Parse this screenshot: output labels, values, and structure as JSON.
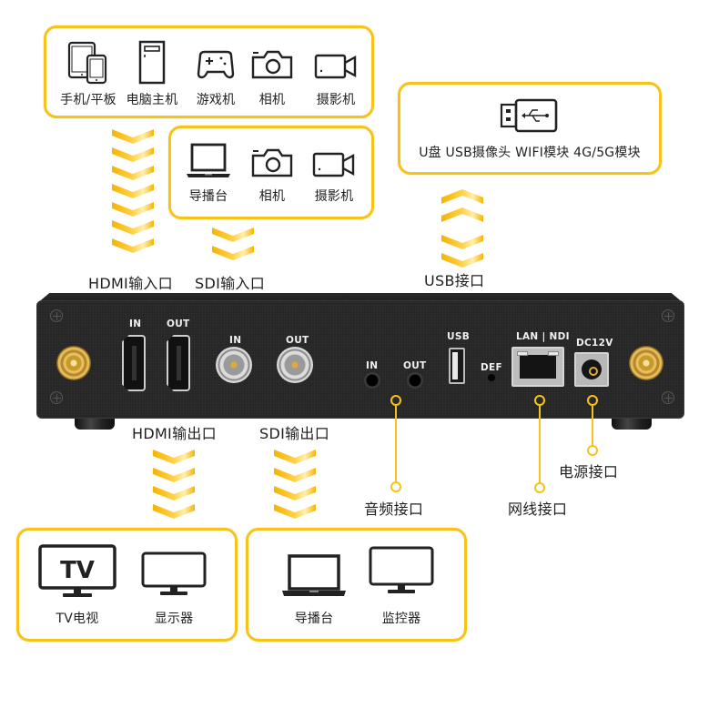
{
  "colors": {
    "accent": "#f7c21a",
    "chassis": "#262626",
    "text": "#1e1e1e"
  },
  "input_devices_hdmi": {
    "items": [
      {
        "icon": "tablet-phone-icon",
        "label": "手机/平板"
      },
      {
        "icon": "pc-tower-icon",
        "label": "电脑主机"
      },
      {
        "icon": "gamepad-icon",
        "label": "游戏机"
      },
      {
        "icon": "camera-icon",
        "label": "相机"
      },
      {
        "icon": "camcorder-icon",
        "label": "摄影机"
      }
    ]
  },
  "input_devices_sdi": {
    "items": [
      {
        "icon": "laptop-icon",
        "label": "导播台"
      },
      {
        "icon": "camera-icon",
        "label": "相机"
      },
      {
        "icon": "camcorder-icon",
        "label": "摄影机"
      }
    ]
  },
  "usb_devices": {
    "icon": "usb-drive-icon",
    "label": "U盘 USB摄像头 WIFI模块 4G/5G模块"
  },
  "port_labels": {
    "hdmi_in": "HDMI输入口",
    "sdi_in": "SDI输入口",
    "usb": "USB接口",
    "hdmi_out": "HDMI输出口",
    "sdi_out": "SDI输出口",
    "audio": "音频接口",
    "network": "网线接口",
    "power": "电源接口"
  },
  "panel_markings": {
    "hdmi_in": "IN",
    "hdmi_out": "OUT",
    "sdi_in": "IN",
    "sdi_out": "OUT",
    "audio_in": "IN",
    "audio_out": "OUT",
    "usb": "USB",
    "def": "DEF",
    "lan": "LAN | NDI",
    "dc": "DC12V"
  },
  "output_devices_hdmi": {
    "items": [
      {
        "icon": "tv-icon",
        "label": "TV电视",
        "screen_text": "TV"
      },
      {
        "icon": "monitor-icon",
        "label": "显示器"
      }
    ]
  },
  "output_devices_sdi": {
    "items": [
      {
        "icon": "laptop-icon",
        "label": "导播台"
      },
      {
        "icon": "monitor-icon",
        "label": "监控器"
      }
    ]
  },
  "arrows": {
    "hdmi_in": {
      "direction": "down",
      "count": 7
    },
    "sdi_in": {
      "direction": "down",
      "count": 2
    },
    "usb_up": {
      "direction": "up",
      "count": 2
    },
    "usb_down": {
      "direction": "down",
      "count": 2
    },
    "hdmi_out": {
      "direction": "down",
      "count": 4
    },
    "sdi_out": {
      "direction": "down",
      "count": 4
    }
  }
}
